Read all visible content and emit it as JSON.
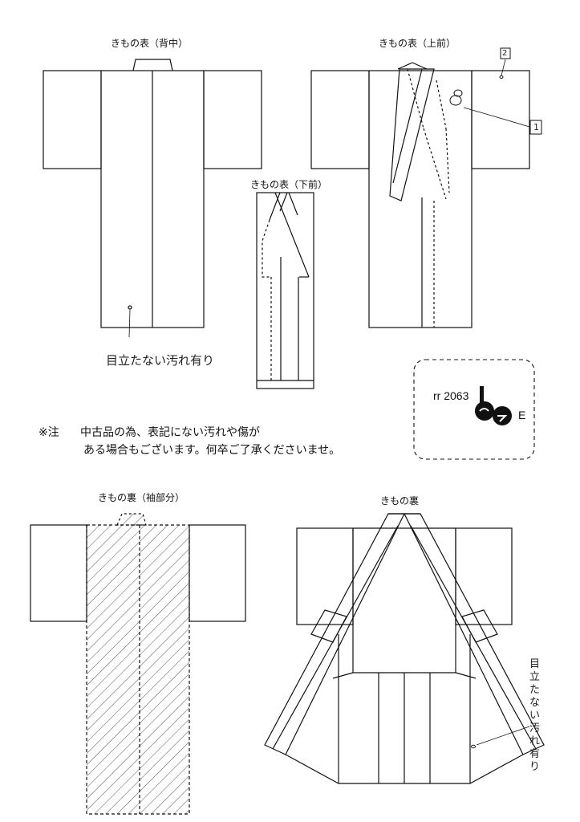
{
  "labels": {
    "back": "きもの表（背中）",
    "front_upper": "きもの表（上前）",
    "front_lower": "きもの表（下前）",
    "lining_sleeve": "きもの裏（袖部分）",
    "lining": "きもの裏"
  },
  "annotations": {
    "back_stain": "目立たない汚れ有り",
    "lining_stain": "目立たない汚れ有り",
    "mark_1": "1",
    "mark_2": "2"
  },
  "stamp": {
    "code": "rr 2063",
    "suffix": "E"
  },
  "note": {
    "prefix": "※注",
    "line1": "中古品の為、表記にない汚れや傷が",
    "line2": "ある場合もございます。何卒ご了承くださいませ。"
  }
}
